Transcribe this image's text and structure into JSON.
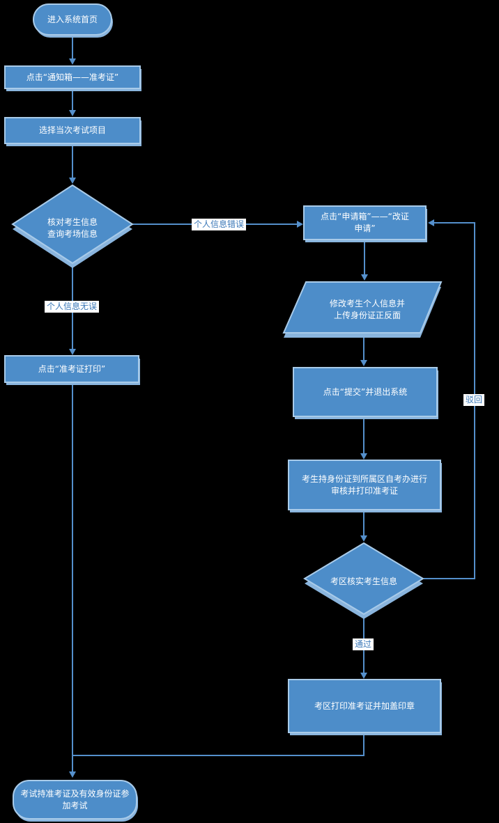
{
  "colors": {
    "background": "#000000",
    "node_fill": "#4d8dc9",
    "node_border": "#a9cbe9",
    "node_shadow": "#8ab5de",
    "connector": "#5590cc",
    "edge_label_text": "#3b78b8",
    "edge_label_bg": "#ffffff",
    "node_text": "#ffffff"
  },
  "flowchart": {
    "nodes": {
      "start": {
        "label": "进入系统首页",
        "type": "terminal"
      },
      "click_notice_box": {
        "label": "点击“通知箱——准考证”",
        "type": "process"
      },
      "select_exam": {
        "label": "选择当次考试项目",
        "type": "process"
      },
      "verify_info": {
        "label": "核对考生信息\n查询考场信息",
        "type": "decision"
      },
      "click_apply_box": {
        "label": "点击“申请箱”——“改证\n申请”",
        "type": "process"
      },
      "modify_info": {
        "label": "修改考生个人信息并\n上传身份证正反面",
        "type": "data"
      },
      "submit_exit": {
        "label": "点击“提交”并退出系统",
        "type": "process"
      },
      "onsite_review": {
        "label": "考生持身份证到所属区自考办进行\n审核并打印准考证",
        "type": "process"
      },
      "district_verify": {
        "label": "考区核实考生信息",
        "type": "decision"
      },
      "district_print": {
        "label": "考区打印准考证并加盖印章",
        "type": "process"
      },
      "print_ticket": {
        "label": "点击“准考证打印”",
        "type": "process"
      },
      "end": {
        "label": "考试持准考证及有效身份证参\n加考试",
        "type": "terminal"
      }
    },
    "edge_labels": {
      "info_error": "个人信息错误",
      "info_ok": "个人信息无误",
      "reject": "驳回",
      "pass": "通过"
    }
  }
}
